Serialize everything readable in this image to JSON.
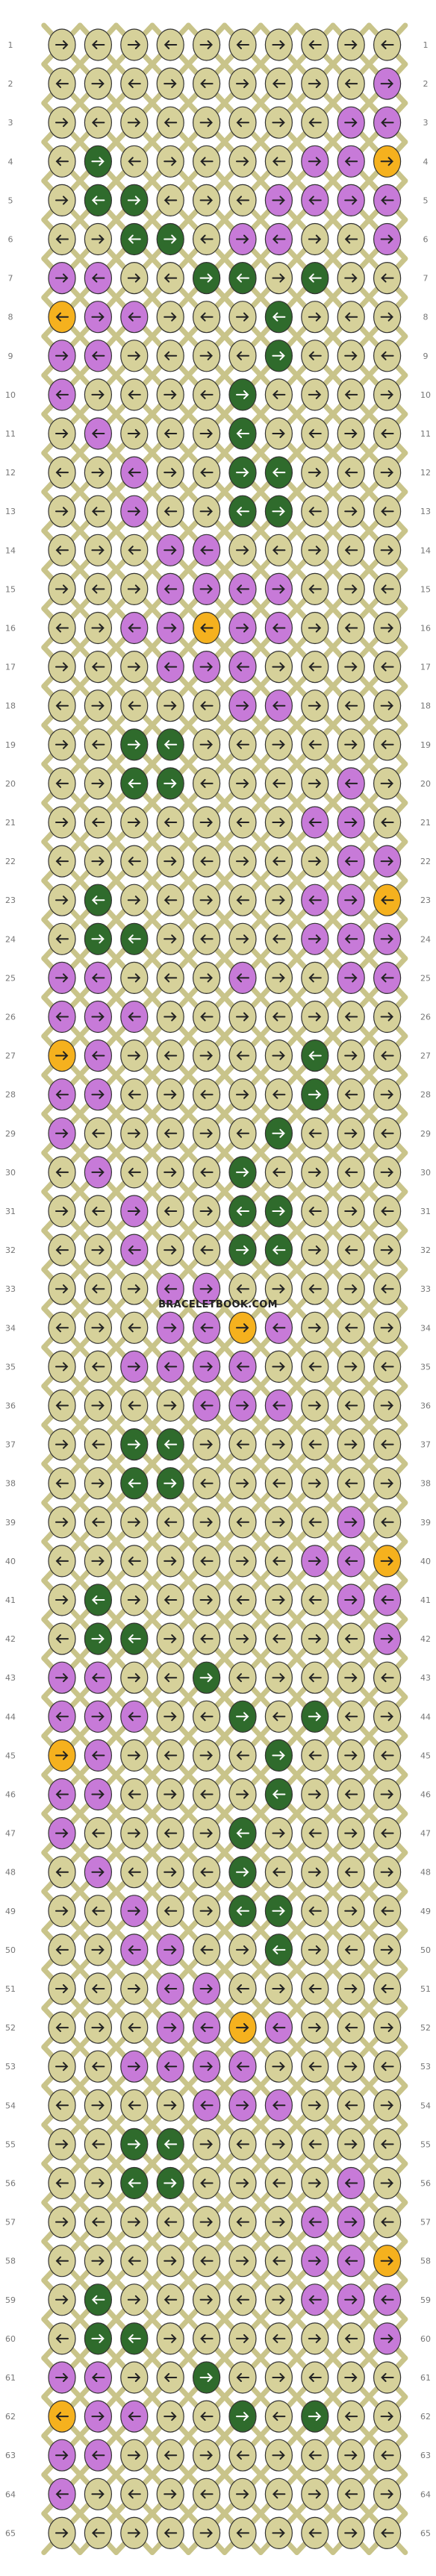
{
  "site": {
    "watermark": "BRACELETBOOK.COM"
  },
  "pattern": {
    "rows": 65,
    "columns": 10,
    "colors": {
      "A": "#d6d19a",
      "B": "#c77ad8",
      "C": "#2f6b2c",
      "D": "#f5b11e"
    },
    "string_colors_top": [
      "A",
      "A",
      "A",
      "A",
      "A",
      "A",
      "A",
      "A",
      "A",
      "A",
      "A",
      "A",
      "A",
      "A",
      "A",
      "A",
      "A",
      "A",
      "A",
      "A"
    ],
    "knot_grid": [
      "AAAAAAAAAA",
      "AAAAAAAAAB",
      "AAAAAAAABB",
      "ACAAAAABBD",
      "ACCAAABBBB",
      "AACCABBAAB",
      "BBAACCACAA",
      "DBBAAACAAA",
      "BBAAAACAAA",
      "BAAAACAAAA",
      "ABAAACAAAA",
      "AABAACCAAA",
      "AABAACCAAA",
      "AAABBAAAAA",
      "AAABBBBAAA",
      "AABBDBBAAA",
      "AAABBBAAAA",
      "AAAAABBAAA",
      "AACCAAAAAA",
      "AACCAAAABA",
      "AAAAAAABBA",
      "AAAAAAAABB",
      "ACAAAAABBD",
      "ACCAAAABBB",
      "BBAAABAABB",
      "BBBAAAAAAA",
      "DBAAAAACAA",
      "BBAAAAACAA",
      "BAAAAACAAA",
      "ABAAACAAAA",
      "AABAACCAAA",
      "AABAACCAAA",
      "AAABBAAAAA",
      "AAABBDBAAA",
      "AABBBBAAAA",
      "AAAABBBAAA",
      "AACCAAAAAA",
      "AACCAAAAAA",
      "AAAAAAAABA",
      "AAAAAAABBD",
      "ACAAAAAABB",
      "ACCAAAAAAB",
      "BBAACAAAAA",
      "BBBAACACAA",
      "DBAAAACAAA",
      "BBAAAACAAA",
      "BAAAACAAAA",
      "ABAAACAAAA",
      "AABAACCAAA",
      "AABBAACAAA",
      "AAABBAAAAA",
      "AAABBDBAAA",
      "AABBBBAAAA",
      "AAAABBBAAA",
      "AACCAAAAAA",
      "AACCAAAABA",
      "AAAAAAABBA",
      "AAAAAAABBD",
      "ACAAAAABBB",
      "ACCAAAAAAB",
      "BBAACAAAAA",
      "DBBAACACAA",
      "BBAAAAAAAA",
      "BAAAAAAAAA",
      "AAAAAAAAAA"
    ]
  }
}
